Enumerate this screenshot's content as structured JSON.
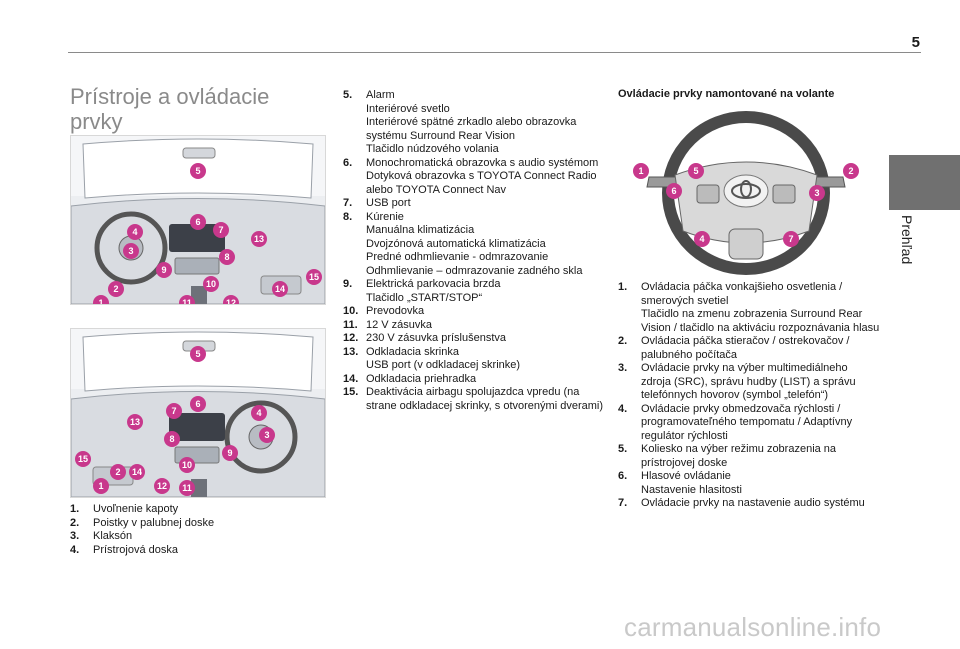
{
  "page_number": "5",
  "side_tab_label": "Prehľad",
  "title": "Prístroje a ovládacie prvky",
  "left_list": [
    {
      "n": "1.",
      "lines": [
        "Uvoľnenie kapoty"
      ]
    },
    {
      "n": "2.",
      "lines": [
        "Poistky v palubnej doske"
      ]
    },
    {
      "n": "3.",
      "lines": [
        "Klaksón"
      ]
    },
    {
      "n": "4.",
      "lines": [
        "Prístrojová doska"
      ]
    }
  ],
  "middle_list": [
    {
      "n": "5.",
      "lines": [
        "Alarm",
        "Interiérové svetlo",
        "Interiérové spätné zrkadlo alebo obrazovka systému Surround Rear Vision",
        "Tlačidlo núdzového volania"
      ]
    },
    {
      "n": "6.",
      "lines": [
        "Monochromatická obrazovka s audio systémom",
        "Dotyková obrazovka s TOYOTA Connect Radio alebo TOYOTA Connect Nav"
      ]
    },
    {
      "n": "7.",
      "lines": [
        "USB port"
      ]
    },
    {
      "n": "8.",
      "lines": [
        "Kúrenie",
        "Manuálna klimatizácia",
        "Dvojzónová automatická klimatizácia",
        "Predné odhmlievanie - odmrazovanie",
        "Odhmlievanie – odmrazovanie zadného skla"
      ]
    },
    {
      "n": "9.",
      "lines": [
        "Elektrická parkovacia brzda",
        "Tlačidlo „START/STOP“"
      ]
    },
    {
      "n": "10.",
      "lines": [
        "Prevodovka"
      ]
    },
    {
      "n": "11.",
      "lines": [
        "12 V zásuvka"
      ]
    },
    {
      "n": "12.",
      "lines": [
        "230 V zásuvka príslušenstva"
      ]
    },
    {
      "n": "13.",
      "lines": [
        "Odkladacia skrinka",
        "USB port (v odkladacej skrinke)"
      ]
    },
    {
      "n": "14.",
      "lines": [
        "Odkladacia priehradka"
      ]
    },
    {
      "n": "15.",
      "lines": [
        "Deaktivácia airbagu spolujazdca vpredu (na strane odkladacej skrinky, s otvorenými dverami)"
      ]
    }
  ],
  "steering_heading": "Ovládacie prvky namontované na volante",
  "right_list": [
    {
      "n": "1.",
      "lines": [
        "Ovládacia páčka vonkajšieho osvetlenia / smerových svetiel",
        "Tlačidlo na zmenu zobrazenia Surround Rear Vision / tlačidlo na aktiváciu rozpoznávania hlasu"
      ]
    },
    {
      "n": "2.",
      "lines": [
        "Ovládacia páčka stieračov / ostrekovačov / palubného počítača"
      ]
    },
    {
      "n": "3.",
      "lines": [
        "Ovládacie prvky na výber multimediálneho zdroja (SRC), správu hudby (LIST) a správu telefónnych hovorov (symbol „telefón“)"
      ]
    },
    {
      "n": "4.",
      "lines": [
        "Ovládacie prvky obmedzovača rýchlosti / programovateľného tempomatu / Adaptívny regulátor rýchlosti"
      ]
    },
    {
      "n": "5.",
      "lines": [
        "Koliesko na výber režimu zobrazenia na prístrojovej doske"
      ]
    },
    {
      "n": "6.",
      "lines": [
        "Hlasové ovládanie",
        "Nastavenie hlasitosti"
      ]
    },
    {
      "n": "7.",
      "lines": [
        "Ovládacie prvky na nastavenie audio systému"
      ]
    }
  ],
  "figure1_callouts": [
    "5",
    "6",
    "7",
    "4",
    "3",
    "13",
    "8",
    "9",
    "10",
    "15",
    "14",
    "2",
    "1",
    "11",
    "12"
  ],
  "figure2_callouts": [
    "5",
    "6",
    "7",
    "4",
    "13",
    "3",
    "8",
    "9",
    "10",
    "15",
    "2",
    "14",
    "1",
    "12",
    "11"
  ],
  "wheel_callouts": [
    "1",
    "5",
    "2",
    "6",
    "3",
    "4",
    "7"
  ],
  "watermark": "carmanualsonline.info",
  "colors": {
    "callout": "#c8388c",
    "rule": "#8a8a8a",
    "tab": "#707070",
    "title": "#8a8a8a"
  }
}
